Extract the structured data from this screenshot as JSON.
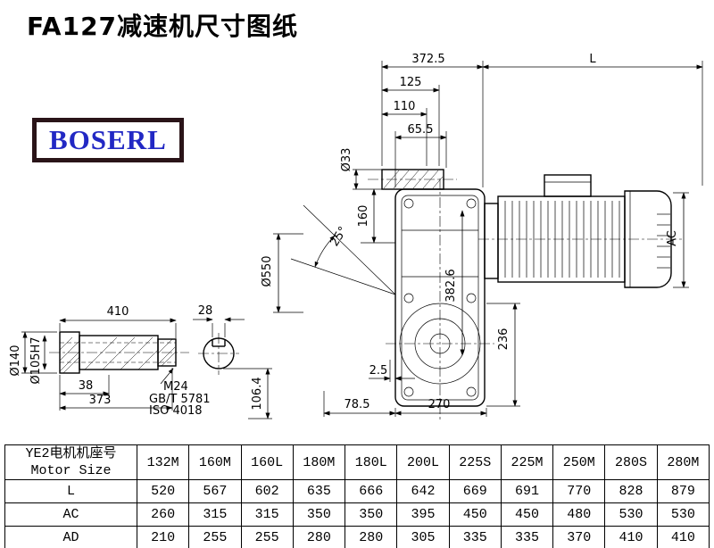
{
  "page": {
    "title": "FA127减速机尺寸图纸"
  },
  "logo": {
    "text": "BOSERL"
  },
  "drawing": {
    "dims": {
      "d372_5": "372.5",
      "L": "L",
      "d125": "125",
      "d110": "110",
      "d65_5": "65.5",
      "dia33": "Ø33",
      "d160": "160",
      "ang25": "25°",
      "dia550": "Ø550",
      "d382_6": "382.6",
      "d236": "236",
      "AC": "AC",
      "d2_5": "2.5",
      "d78_5": "78.5",
      "d270": "270",
      "d410": "410",
      "d28": "28",
      "dia140": "Ø140",
      "dia105": "Ø105H7",
      "d38": "38",
      "d373": "373",
      "m24": "M24",
      "gb": "GB/T 5781",
      "iso": "ISO 4018",
      "d106_4": "106.4"
    }
  },
  "table": {
    "header": {
      "label_cn": "YE2电机机座号",
      "label_en": "Motor Size"
    },
    "columns": [
      "132M",
      "160M",
      "160L",
      "180M",
      "180L",
      "200L",
      "225S",
      "225M",
      "250M",
      "280S",
      "280M"
    ],
    "rows": [
      {
        "label": "L",
        "values": [
          "520",
          "567",
          "602",
          "635",
          "666",
          "642",
          "669",
          "691",
          "770",
          "828",
          "879"
        ]
      },
      {
        "label": "AC",
        "values": [
          "260",
          "315",
          "315",
          "350",
          "350",
          "395",
          "450",
          "450",
          "480",
          "530",
          "530"
        ]
      },
      {
        "label": "AD",
        "values": [
          "210",
          "255",
          "255",
          "280",
          "280",
          "305",
          "335",
          "335",
          "370",
          "410",
          "410"
        ]
      }
    ]
  }
}
